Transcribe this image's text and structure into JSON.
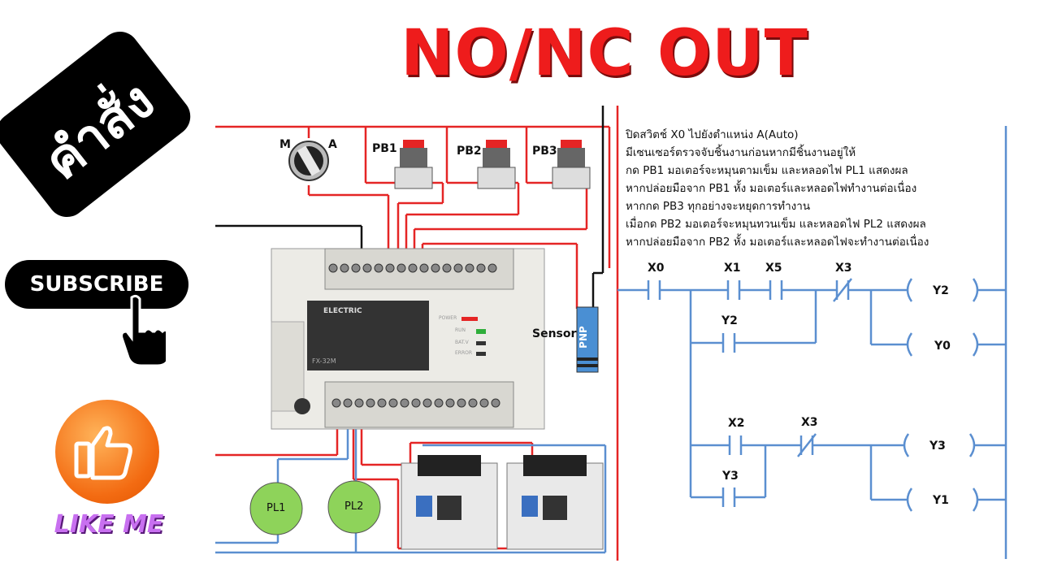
{
  "title": "NO/NC OUT",
  "badge_text": "คำสั่ง",
  "subscribe_label": "SUBSCRIBE",
  "like_label": "LIKE ME",
  "colors": {
    "title": "#ee1c1c",
    "wire_red": "#e52525",
    "wire_blue": "#5b8fd0",
    "ladder": "#5b8fd0",
    "lamp": "#8ed35a"
  },
  "description": [
    "ปิดสวิตช์ X0 ไปยังตำแหน่ง A(Auto)",
    "มีเซนเซอร์ตรวจจับชิ้นงานก่อนหากมีชิ้นงานอยู่ให้",
    "กด PB1 มอเตอร์จะหมุนตามเข็ม และหลอดไฟ PL1 แสดงผล",
    "หากปล่อยมือจาก PB1 หั้ง มอเตอร์และหลอดไฟทำงานต่อเนื่อง",
    "หากกด PB3 ทุกอย่างจะหยุดการทำงาน",
    "เมื่อกด PB2 มอเตอร์จะหมุนทวนเข็ม และหลอดไฟ PL2 แสดงผล",
    "หากปล่อยมือจาก PB2 หั้ง มอเตอร์และหลอดไฟจะทำงานต่อเนื่อง"
  ],
  "wiring": {
    "selector_m": "M",
    "selector_a": "A",
    "pb1": "PB1",
    "pb2": "PB2",
    "pb3": "PB3",
    "sensor": "Sensor",
    "pnp": "PNP",
    "pl1": "PL1",
    "pl2": "PL2",
    "plc_brand": "ELECTRIC",
    "plc_model": "FX-32M",
    "led_labels": [
      "POWER",
      "RUN",
      "BAT.V",
      "ERROR"
    ]
  },
  "ladder": {
    "rung1_contacts": [
      "X0",
      "X1",
      "X5",
      "X3"
    ],
    "rung1_seal": "Y2",
    "rung1_coils": [
      "Y2",
      "Y0"
    ],
    "rung2_contacts": [
      "X2",
      "X3"
    ],
    "rung2_seal": "Y3",
    "rung2_coils": [
      "Y3",
      "Y1"
    ]
  }
}
